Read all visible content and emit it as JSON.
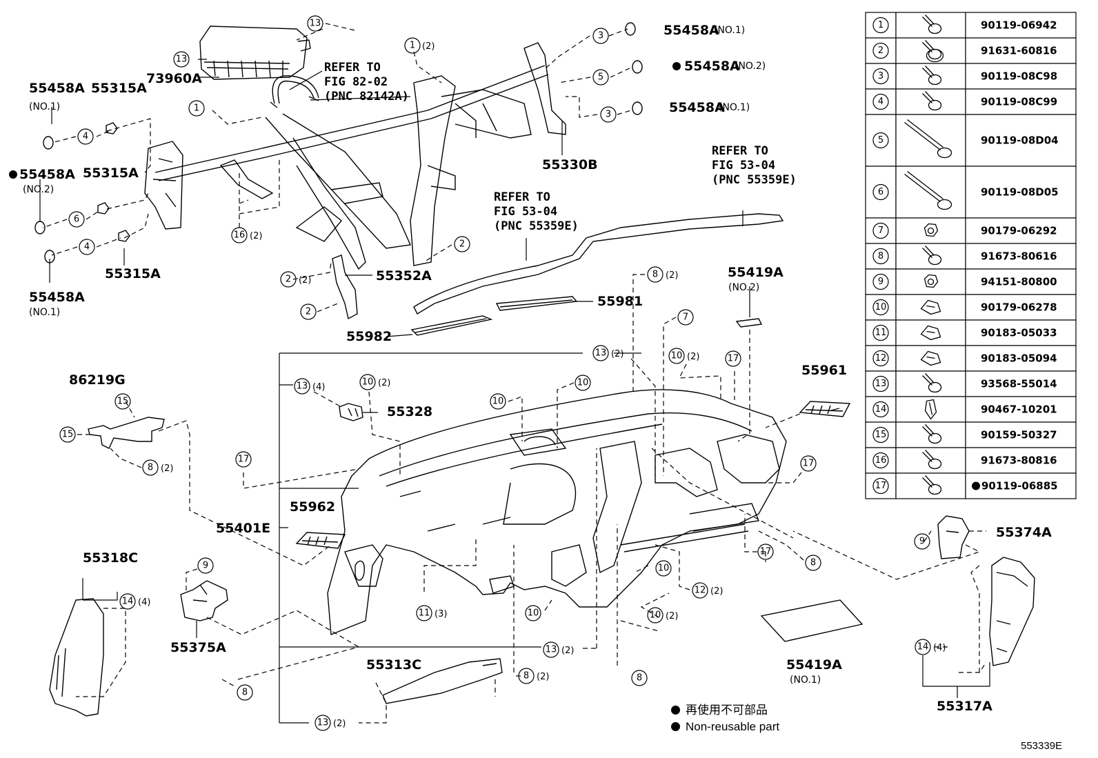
{
  "parts": {
    "p73960A": "73960A",
    "p55458A_tl": "55458A",
    "p55458A_tl_note": "(NO.1)",
    "p55315A_1": "55315A",
    "p55458A_l2": "55458A",
    "p55458A_l2_note": "(NO.2)",
    "p55315A_2": "55315A",
    "p55315A_3": "55315A",
    "p55458A_l3": "55458A",
    "p55458A_l3_note": "(NO.1)",
    "p55458A_r1": "55458A",
    "p55458A_r1_note": "(NO.1)",
    "p55458A_r2": "55458A",
    "p55458A_r2_note": "(NO.2)",
    "p55458A_r3": "55458A",
    "p55458A_r3_note": "(NO.1)",
    "p55330B": "55330B",
    "p55352A": "55352A",
    "p55981": "55981",
    "p55982": "55982",
    "p55419A_top": "55419A",
    "p55419A_top_note": "(NO.2)",
    "p55961": "55961",
    "p86219G": "86219G",
    "p55328": "55328",
    "p55962": "55962",
    "p55401E": "55401E",
    "p55318C": "55318C",
    "p55375A": "55375A",
    "p55313C": "55313C",
    "p55419A_bot": "55419A",
    "p55419A_bot_note": "(NO.1)",
    "p55374A": "55374A",
    "p55317A": "55317A"
  },
  "refs": {
    "r1_line1": "REFER TO",
    "r1_line2": "FIG 82-02",
    "r1_line3": "(PNC 82142A)",
    "r2_line1": "REFER TO",
    "r2_line2": "FIG 53-04",
    "r2_line3": "(PNC 55359E)",
    "r3_line1": "REFER TO",
    "r3_line2": "FIG 53-04",
    "r3_line3": "(PNC 55359E)"
  },
  "callouts": {
    "c13a": "13",
    "q13a": "",
    "c13b": "13",
    "c1a": "1",
    "q1a": "(2)",
    "c1b": "1",
    "c3a": "3",
    "c5a": "5",
    "c3b": "3",
    "c4a": "4",
    "c6a": "6",
    "c4b": "4",
    "c16": "16",
    "q16": "(2)",
    "c2a": "2",
    "q2a": "(2)",
    "c2b": "2",
    "c2c": "2",
    "c8a": "8",
    "q8a": "(2)",
    "c7": "7",
    "c13c": "13",
    "q13c": "(2)",
    "c10a": "10",
    "q10a": "(2)",
    "c17a": "17",
    "c13d": "13",
    "q13d": "(4)",
    "c10b": "10",
    "q10b": "(2)",
    "c10c": "10",
    "c10d": "10",
    "c15a": "15",
    "c15b": "15",
    "c8b": "8",
    "q8b": "(2)",
    "c17b": "17",
    "c17c": "17",
    "c17d": "17",
    "c8c": "8",
    "c9a": "9",
    "c9b": "9",
    "c10e": "10",
    "c12": "12",
    "q12": "(2)",
    "c11": "11",
    "q11": "(3)",
    "c10f": "10",
    "c10g": "10",
    "q10g": "(2)",
    "c14a": "14",
    "q14a": "(4)",
    "c13e": "13",
    "q13e": "(2)",
    "c8d": "8",
    "q8d": "(2)",
    "c8e": "8",
    "c8f": "8",
    "c13f": "13",
    "q13f": "(2)",
    "c14b": "14",
    "q14b": "(4)"
  },
  "fastener_table": [
    {
      "no": "1",
      "part": "90119-06942",
      "icon": "bolt-icon"
    },
    {
      "no": "2",
      "part": "91631-60816",
      "icon": "bolt-washer-icon"
    },
    {
      "no": "3",
      "part": "90119-08C98",
      "icon": "bolt-icon"
    },
    {
      "no": "4",
      "part": "90119-08C99",
      "icon": "bolt-icon"
    },
    {
      "no": "5",
      "part": "90119-08D04",
      "icon": "long-bolt-icon"
    },
    {
      "no": "6",
      "part": "90119-08D05",
      "icon": "long-bolt-icon"
    },
    {
      "no": "7",
      "part": "90179-06292",
      "icon": "nut-icon"
    },
    {
      "no": "8",
      "part": "91673-80616",
      "icon": "bolt-icon"
    },
    {
      "no": "9",
      "part": "94151-80800",
      "icon": "nut-icon"
    },
    {
      "no": "10",
      "part": "90179-06278",
      "icon": "clip-nut-icon"
    },
    {
      "no": "11",
      "part": "90183-05033",
      "icon": "clip-nut-icon"
    },
    {
      "no": "12",
      "part": "90183-05094",
      "icon": "clip-nut-icon"
    },
    {
      "no": "13",
      "part": "93568-55014",
      "icon": "bolt-icon"
    },
    {
      "no": "14",
      "part": "90467-10201",
      "icon": "clip-icon"
    },
    {
      "no": "15",
      "part": "90159-50327",
      "icon": "bolt-icon"
    },
    {
      "no": "16",
      "part": "91673-80816",
      "icon": "bolt-icon"
    },
    {
      "no": "17",
      "part": "90119-06885",
      "icon": "bolt-icon",
      "non_reusable": true
    }
  ],
  "legend": {
    "line1": "再使用不可部品",
    "line2": "Non-reusable part"
  },
  "figure_code": "553339E"
}
